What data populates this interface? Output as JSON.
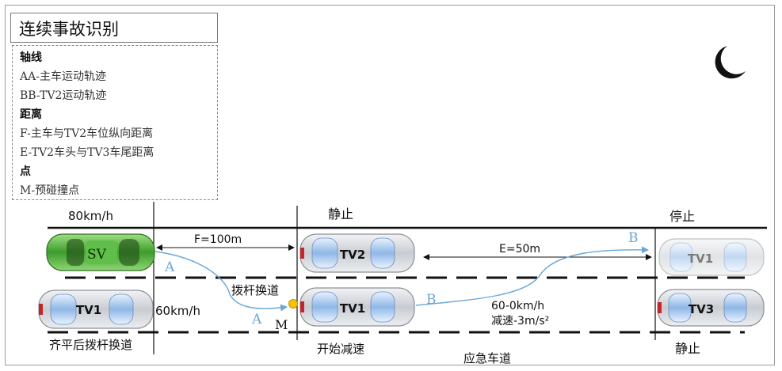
{
  "title": "连续事故识别",
  "legend": {
    "axis_heading": "轴线",
    "axis_items": [
      "AA-主车运动轨迹",
      "BB-TV2运动轨迹"
    ],
    "distance_heading": "距离",
    "distance_items": [
      "F-主车与TV2车位纵向距离",
      "E-TV2车头与TV3车尾距离"
    ],
    "point_heading": "点",
    "point_items": [
      "M-预碰撞点"
    ]
  },
  "labels": {
    "sv_speed": "80km/h",
    "tv1_left_speed": "60km/h",
    "stationary_top": "静止",
    "stop": "停止",
    "f_distance": "F=100m",
    "e_distance": "E=50m",
    "lane_change": "拨杆换道",
    "decel_speed": "60-0km/h",
    "decel_rate": "减速-3m/s²",
    "align_lane_change": "齐平后拨杆换道",
    "start_decel": "开始减速",
    "emergency_lane": "应急车道",
    "stationary_bottom": "静止",
    "point_a_upper": "A",
    "point_a_lower": "A",
    "point_b_left": "B",
    "point_b_right": "B",
    "point_m": "M"
  },
  "vehicles": {
    "sv": "SV",
    "tv2": "TV2",
    "tv1_left": "TV1",
    "tv1_middle": "TV1",
    "tv1_right": "TV1",
    "tv3": "TV3"
  },
  "colors": {
    "sv_body": "#4caf3c",
    "car_body": "#d9dde3",
    "trajectory": "#6aa6d6",
    "collision_point": "#f5c400",
    "moon": "#111111"
  },
  "icons": {
    "night": "crescent-moon-icon"
  }
}
